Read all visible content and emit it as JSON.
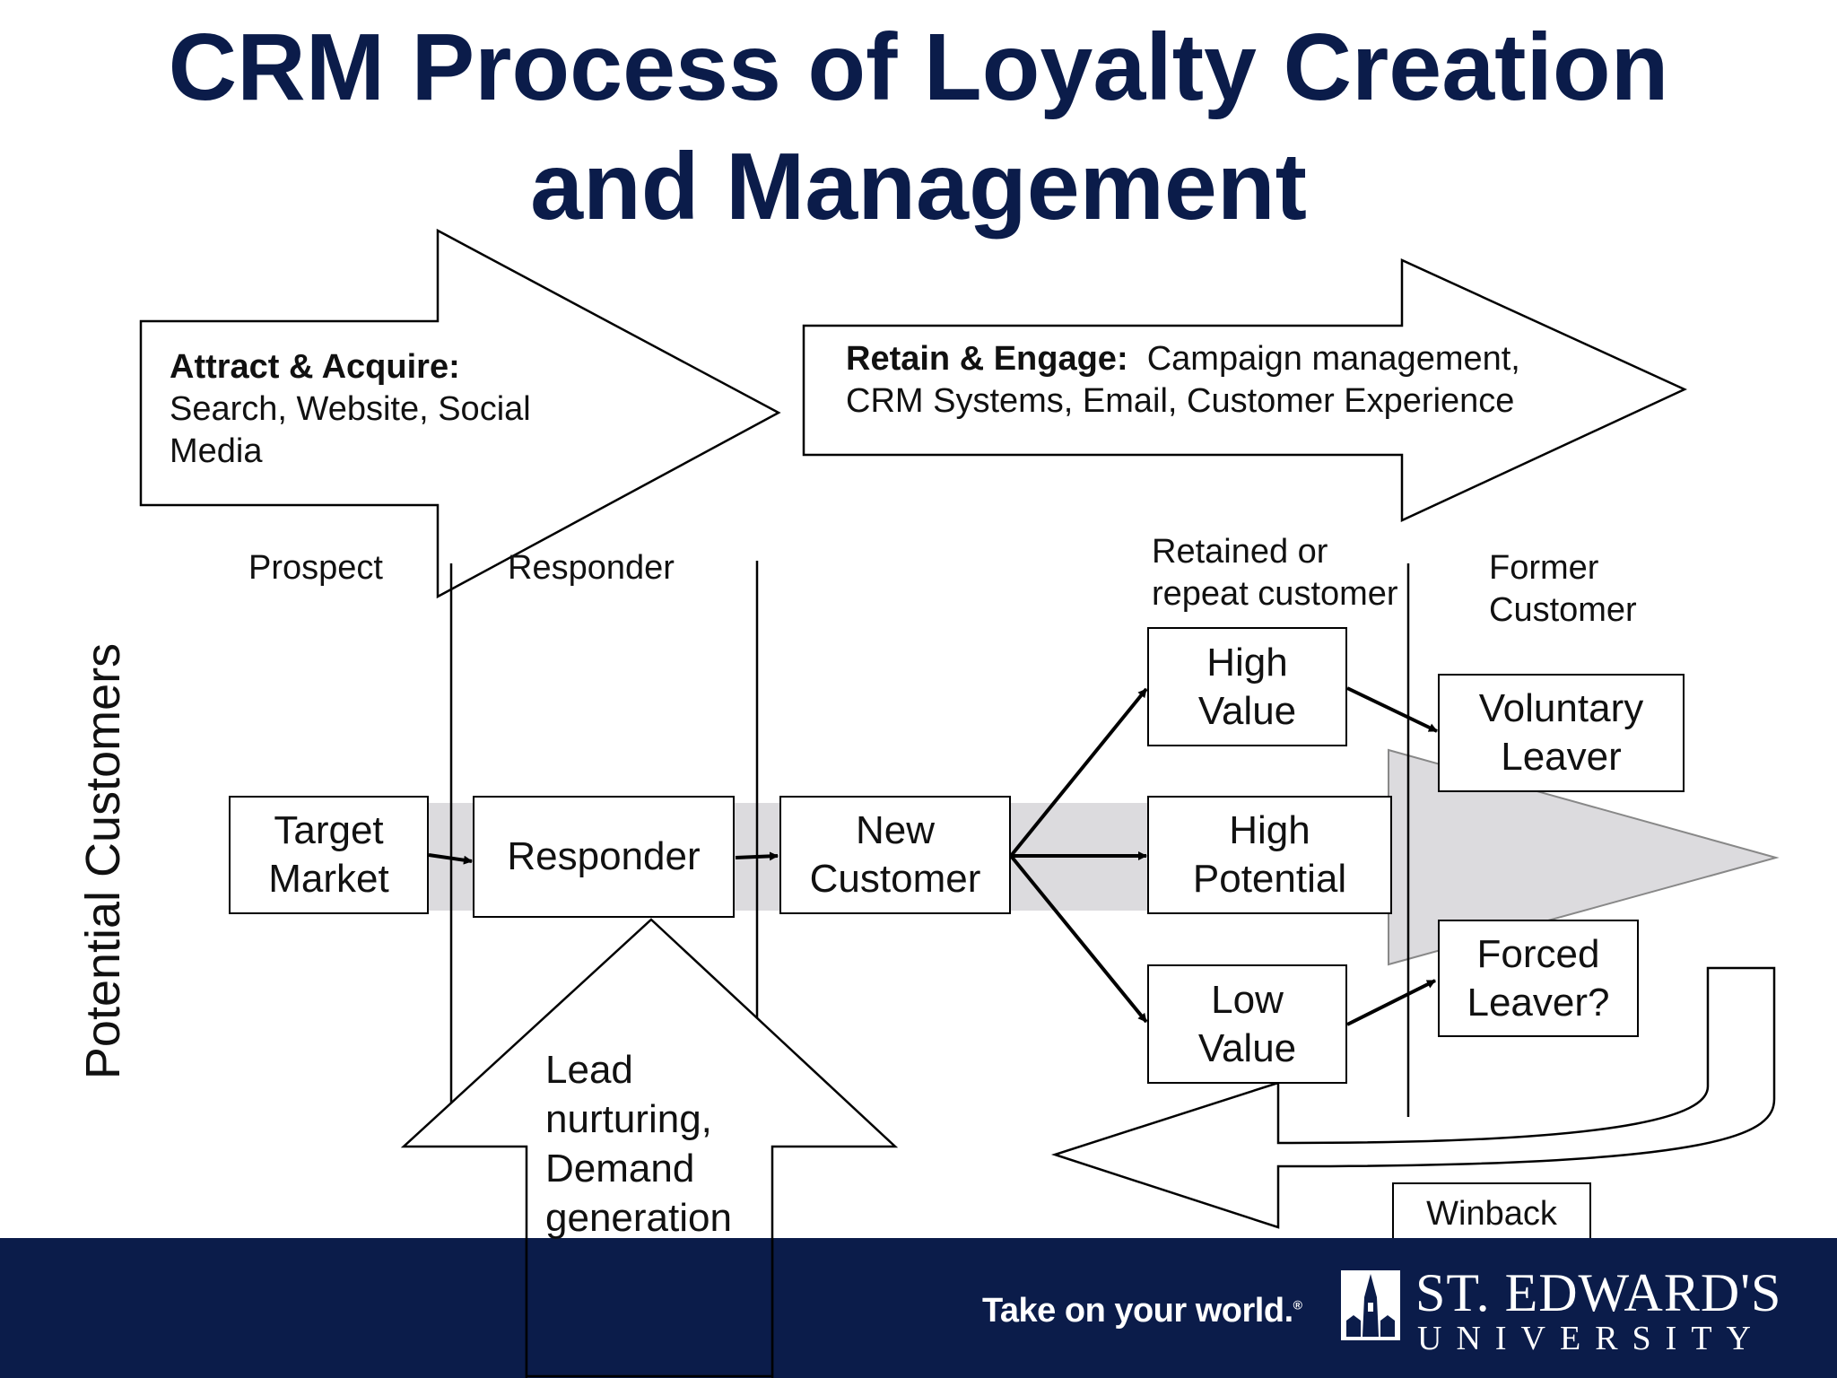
{
  "title": {
    "line1": "CRM Process of Loyalty Creation",
    "line2": "and Management"
  },
  "side_label": "Potential Customers",
  "top_arrows": {
    "attract": {
      "bold": "Attract & Acquire:",
      "text_line1": "Search, Website, Social",
      "text_line2": "Media"
    },
    "retain": {
      "bold": "Retain & Engage:",
      "text_line1": "Campaign management,",
      "text_line2": "CRM Systems, Email, Customer Experience"
    }
  },
  "stages": {
    "prospect": "Prospect",
    "responder": "Responder",
    "retained_line1": "Retained or",
    "retained_line2": "repeat customer",
    "former_line1": "Former",
    "former_line2": "Customer"
  },
  "boxes": {
    "target_market": {
      "line1": "Target",
      "line2": "Market"
    },
    "responder": {
      "line1": "Responder"
    },
    "new_customer": {
      "line1": "New",
      "line2": "Customer"
    },
    "high_value": {
      "line1": "High",
      "line2": "Value"
    },
    "high_potential": {
      "line1": "High",
      "line2": "Potential"
    },
    "low_value": {
      "line1": "Low",
      "line2": "Value"
    },
    "voluntary_leaver": {
      "line1": "Voluntary",
      "line2": "Leaver"
    },
    "forced_leaver": {
      "line1": "Forced",
      "line2": "Leaver?"
    }
  },
  "lead_arrow": {
    "line1": "Lead",
    "line2": "nurturing,",
    "line3": "Demand",
    "line4": "generation"
  },
  "winback": "Winback",
  "footer": {
    "tagline": "Take on your world.",
    "tagline_mark": "®",
    "logo_name": "ST. EDWARD'S",
    "logo_sub": "UNIVERSITY"
  },
  "colors": {
    "title": "#0b1c4a",
    "footer_bg": "#0b1c4a",
    "band_fill": "#dcdbde"
  }
}
